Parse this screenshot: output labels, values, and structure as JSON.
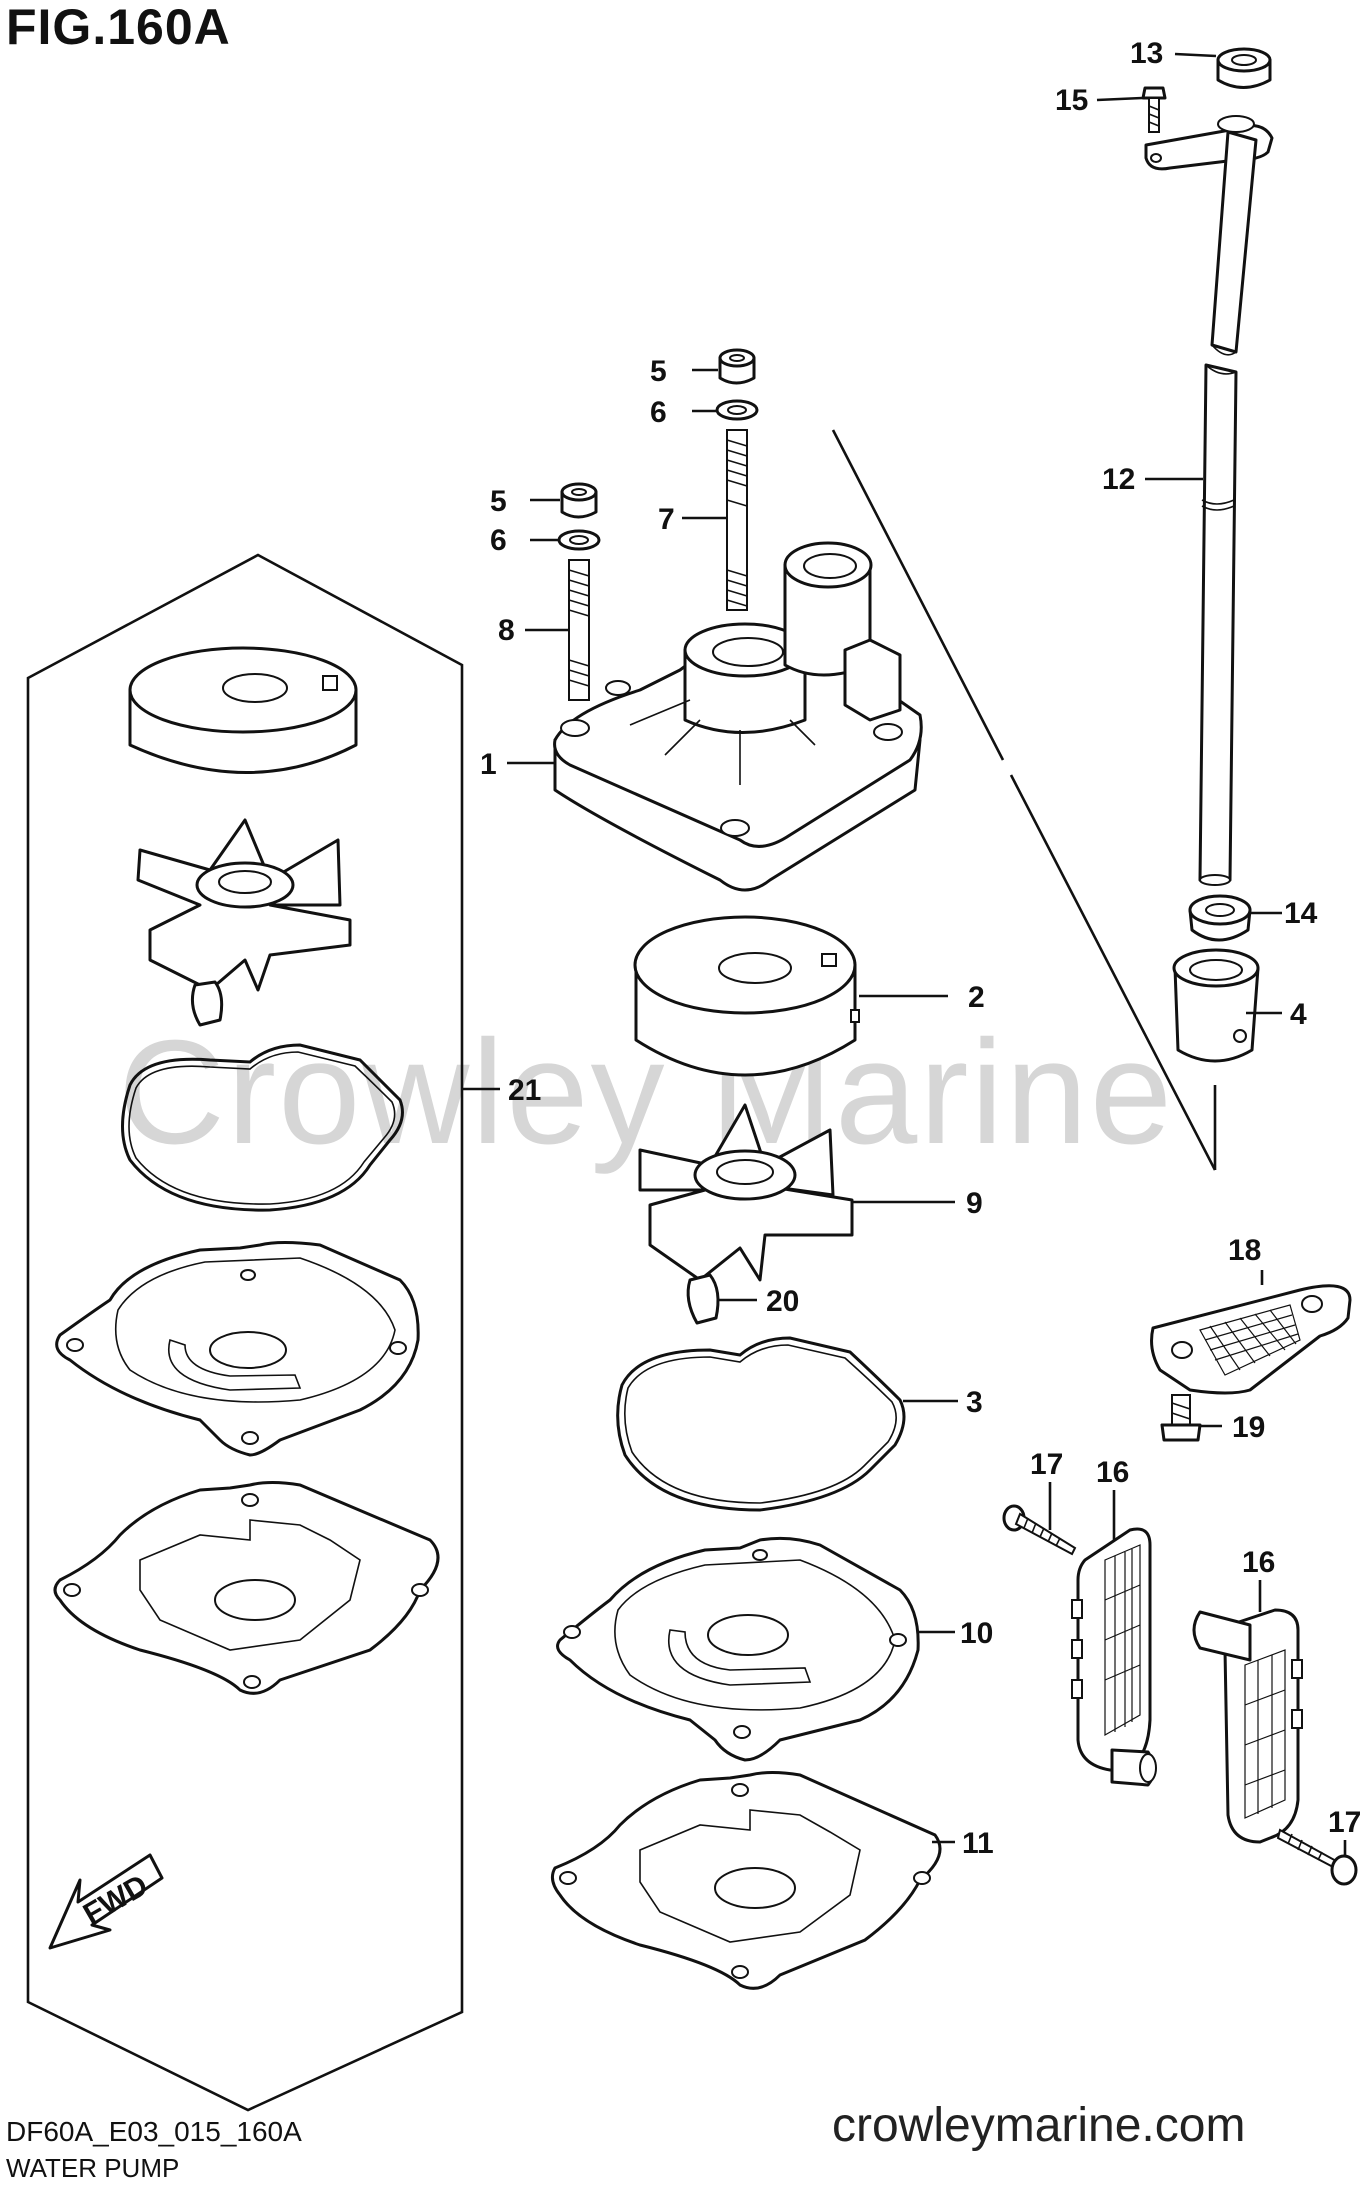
{
  "figure": {
    "title": "FIG.160A",
    "code": "DF60A_E03_015_160A",
    "name": "WATER PUMP",
    "site": "crowleymarine.com",
    "watermark": "Crowley Marine",
    "fwd_label": "FWD"
  },
  "callouts": [
    {
      "id": "c13",
      "text": "13"
    },
    {
      "id": "c15",
      "text": "15"
    },
    {
      "id": "c12",
      "text": "12"
    },
    {
      "id": "c5a",
      "text": "5"
    },
    {
      "id": "c6a",
      "text": "6"
    },
    {
      "id": "c5b",
      "text": "5"
    },
    {
      "id": "c6b",
      "text": "6"
    },
    {
      "id": "c7",
      "text": "7"
    },
    {
      "id": "c8",
      "text": "8"
    },
    {
      "id": "c1",
      "text": "1"
    },
    {
      "id": "c14",
      "text": "14"
    },
    {
      "id": "c4",
      "text": "4"
    },
    {
      "id": "c2",
      "text": "2"
    },
    {
      "id": "c21",
      "text": "21"
    },
    {
      "id": "c9",
      "text": "9"
    },
    {
      "id": "c18",
      "text": "18"
    },
    {
      "id": "c20",
      "text": "20"
    },
    {
      "id": "c3",
      "text": "3"
    },
    {
      "id": "c19",
      "text": "19"
    },
    {
      "id": "c17a",
      "text": "17"
    },
    {
      "id": "c16a",
      "text": "16"
    },
    {
      "id": "c16b",
      "text": "16"
    },
    {
      "id": "c10",
      "text": "10"
    },
    {
      "id": "c17b",
      "text": "17"
    },
    {
      "id": "c11",
      "text": "11"
    }
  ]
}
